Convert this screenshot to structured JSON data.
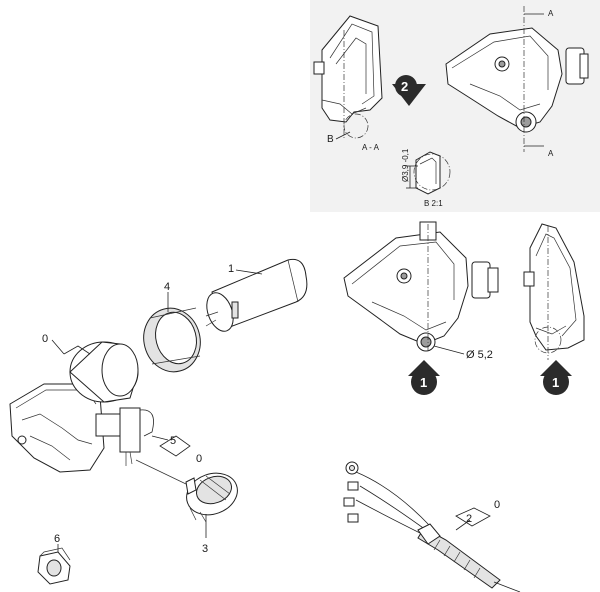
{
  "callouts": {
    "c0": "0",
    "c1": "1",
    "c2": "2",
    "c3": "3",
    "c4": "4",
    "c5": "5",
    "c6": "6"
  },
  "callout_extra": {
    "c5_zero": "0",
    "c2_zero": "0"
  },
  "detail_labels": {
    "a_top": "A",
    "a_bottom": "A",
    "section_aa": "A - A",
    "b_marker": "B",
    "b_scale": "B  2:1",
    "dim_39": "Ø3,9 -0,1",
    "dim_52": "Ø 5,2"
  },
  "badges": {
    "step_2": "2",
    "step_1_left": "1",
    "step_1_right": "1"
  },
  "colors": {
    "badge_fill": "#2b2b2b",
    "detail_panel_bg": "#f2f2f2",
    "line": "#222222"
  }
}
